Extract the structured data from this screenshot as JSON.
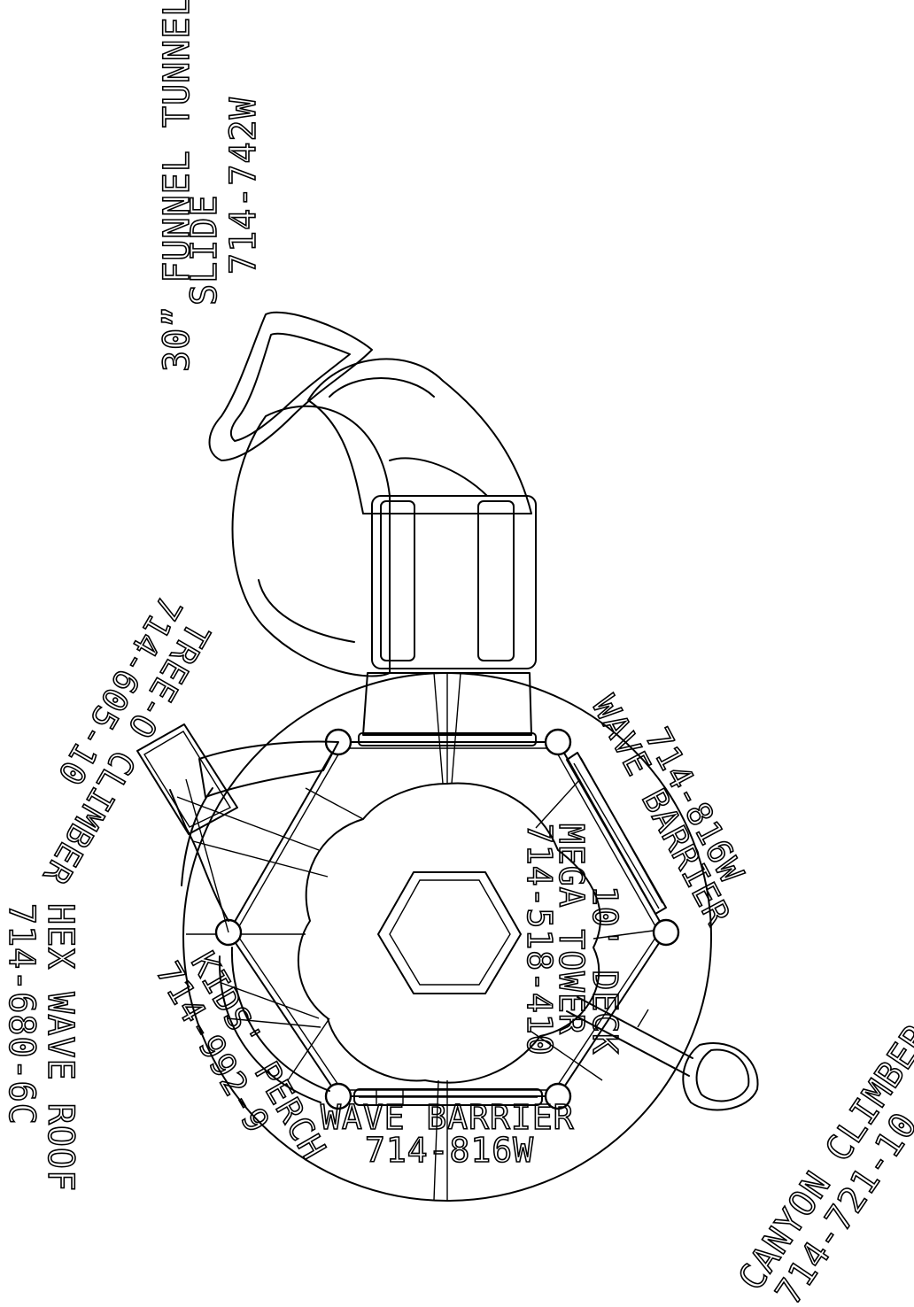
{
  "labels": {
    "slide": {
      "line1": "30” FUNNEL TUNNEL",
      "line2": "SLIDE",
      "line3": "714-742W"
    },
    "tree_climber": {
      "line1": "TREE-O CLIMBER",
      "line2": "714-605-10"
    },
    "roof": {
      "line1": "HEX WAVE ROOF",
      "line2": "714-680-6C"
    },
    "perch": {
      "line1": "KIDS' PERCH",
      "line2": "714-992-9"
    },
    "tower": {
      "line1": "10' DECK",
      "line2": "MEGA TOWER",
      "line3": "714-518-410"
    },
    "barrier_right": {
      "line1": "WAVE BARRIER",
      "line2": "714-816W"
    },
    "barrier_bottom": {
      "line1": "WAVE BARRIER",
      "line2": "714-816W"
    },
    "canyon": {
      "line1": "CANYON CLIMBER",
      "line2": "714-721-10"
    }
  }
}
